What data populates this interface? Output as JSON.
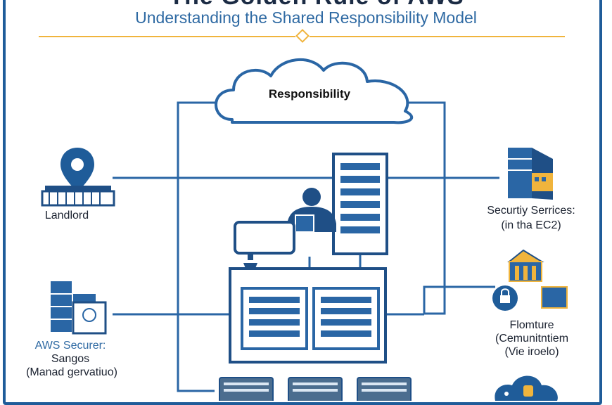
{
  "header": {
    "title_partial": "The Golden Rule of AWS",
    "subtitle": "Understanding the Shared Responsibility Model"
  },
  "diagram": {
    "cloud_label": "Responsibility",
    "left_top_label": "Landlord",
    "left_bottom_label_1": "AWS Securer:",
    "left_bottom_label_2": "Sangos",
    "left_bottom_label_3": "(Manad gervatiuo)",
    "right_top_label_1": "Securtiy Serrices:",
    "right_top_label_2": "(in tha EC2)",
    "right_mid_label_1": "Flomture",
    "right_mid_label_2": "(Cemunitntiem",
    "right_mid_label_3": "(Vie iroelo)"
  },
  "colors": {
    "primary_blue": "#2a66a5",
    "dark_blue": "#1f4f86",
    "accent_gold": "#f0b43c"
  }
}
